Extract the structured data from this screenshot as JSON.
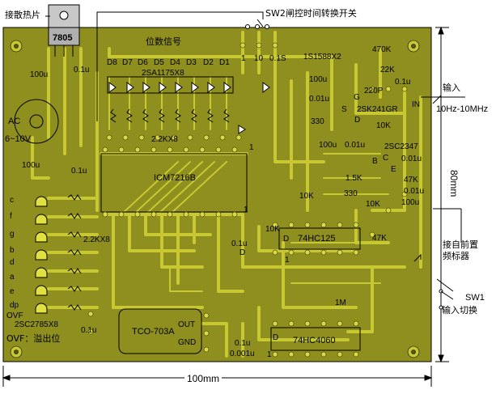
{
  "colors": {
    "board": "#8f8f1f",
    "board_dark": "#7c7c15",
    "trace": "#c8c832",
    "pad": "#d8d84a",
    "hole": "#5a5a0a",
    "silk": "#000000",
    "led": "#e0e040"
  },
  "callouts": {
    "heatsink": "接散热片",
    "sw2": "SW2闸控时间转换开关",
    "input": "输入",
    "freq_range": "10Hz-10MHz",
    "prescaler_line1": "接自前置",
    "prescaler_line2": "频标器",
    "sw1": "SW1",
    "input_switch": "输入切换",
    "ovf_note": "OVF：溢出位"
  },
  "dimensions": {
    "width": "100mm",
    "height": "80mm"
  },
  "components": {
    "regulator": "7805",
    "digit_label": "位数信号",
    "digits": [
      "D8",
      "D7",
      "D6",
      "D5",
      "D4",
      "D3",
      "D2",
      "D1"
    ],
    "digit_transistors": "2SA1175X8",
    "resistor_pack_top": "2.2KX8",
    "gate_times": [
      "1",
      "10",
      "0.1S"
    ],
    "diode_pair": "1S1588X2",
    "r_470k": "470K",
    "r_22k": "22K",
    "c_100u_a": "100u",
    "c_01u_a": "0.1u",
    "c_01u_b": "0.01u",
    "c_220p": "220P",
    "c_01u_c": "0.1u",
    "fet_g": "G",
    "fet_s": "S",
    "fet_d": "D",
    "fet": "2SK241GR",
    "in_label": "IN",
    "r_330_a": "330",
    "r_10k_a": "10K",
    "c_100u_b": "100u",
    "c_001u_d": "0.01u",
    "bjt": "2SC2347",
    "b_label": "B",
    "e_label": "E",
    "c_label": "C",
    "r_1k5": "1.5K",
    "c_001u_e": "0.01u",
    "r_330_b": "330",
    "r_47k_a": "47K",
    "c_001u_f": "0.01u",
    "r_10k_b": "10K",
    "c_100u_c": "100u",
    "ac_label": "AC",
    "ac_range": "6~10V",
    "c_100u_main": "100u",
    "c_01u_main": "0.1u",
    "c_100u_side": "100u",
    "c_01u_side": "0.1u",
    "c_100u_top": "100u",
    "c_01u_top": "0.1u",
    "counter_ic": "ICM7216B",
    "r_10k_c": "10K",
    "segments": [
      "c",
      "f",
      "g",
      "b",
      "d",
      "a",
      "e",
      "dp",
      "OVF"
    ],
    "seg_resistors": "2.2KX8",
    "seg_transistors": "2SC2785X8",
    "c_01u_bottom": "0.1u",
    "pin1_a": "1",
    "pin1_b": "1",
    "pin1_c": "1",
    "pin1_d": "1",
    "r_10k_d": "10K",
    "c_01u_mid": "0.1u",
    "ic_74hc125": "74HC125",
    "r_47k_b": "47K",
    "d_label_a": "D",
    "d_label_b": "D",
    "d_label_c": "D",
    "osc": "TCO-703A",
    "osc_out": "OUT",
    "osc_gnd": "GND",
    "r_1m": "1M",
    "c_01u_osc": "0.1u",
    "c_0001u": "0.001u",
    "ic_74hc4060": "74HC4060"
  }
}
